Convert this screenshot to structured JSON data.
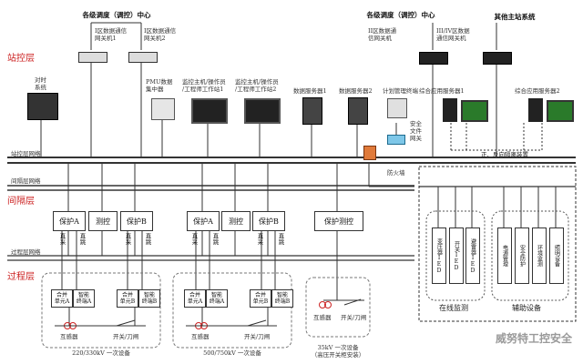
{
  "layers": {
    "station": "站控层",
    "bay": "间隔层",
    "process": "过程层"
  },
  "networks": {
    "station_net": "站控层网络",
    "bay_net": "间隔层网络",
    "process_net": "过程层网络"
  },
  "top": {
    "dispatch_left": "各级调度（调控）中心",
    "dispatch_right": "各级调度（调控）中心",
    "other_master": "其他主站系统",
    "gw1": "I区数据通信\n网关机1",
    "gw2": "I区数据通信\n网关机2",
    "gw3": "II区数据通\n信网关机",
    "gw4": "III/IV区数据\n通信网关机"
  },
  "station_devices": {
    "timing": "对时\n系统",
    "pmu": "PMU数据\n集中器",
    "ws1": "监控主机/操作员\n/工程师工作站1",
    "ws2": "监控主机/操作员\n/工程师工作站2",
    "ds1": "数据服务器1",
    "ds2": "数据服务器2",
    "plan": "计划管理终端",
    "app1": "综合应用服务器1",
    "app2": "综合应用服务器2",
    "secure_gw": "安全\n文件\n网关",
    "isolation": "正、反向隔离装置",
    "firewall": "防火墙"
  },
  "bay_groups": [
    {
      "boxes": [
        "保护A",
        "测控",
        "保护B"
      ],
      "ports": [
        "直采",
        "直跳",
        "直采",
        "直跳"
      ],
      "units": [
        "合并\n单元A",
        "智能\n终端A",
        "合并\n单元B",
        "智能\n终端B"
      ],
      "ct": "互感器",
      "sw": "开关/刀闸",
      "caption": "220/330kV 一次设备"
    },
    {
      "boxes": [
        "保护A",
        "测控",
        "保护B"
      ],
      "ports": [
        "直采",
        "直跳",
        "直采",
        "直跳"
      ],
      "units": [
        "合并\n单元A",
        "智能\n终端A",
        "合并\n单元B",
        "智能\n终端B"
      ],
      "ct": "互感器",
      "sw": "开关/刀闸",
      "caption": "500/750kV 一次设备"
    },
    {
      "boxes": [
        "保护测控"
      ],
      "ct": "互感器",
      "sw": "开关/刀闸",
      "caption": "35kV 一次设备\n（高压开关柜安装）"
    }
  ],
  "right_panel": {
    "online_items": [
      "变压器IED",
      "开关IED",
      "避雷器IED"
    ],
    "aux_items": [
      "电源管理",
      "安全防护",
      "环境监测",
      "照明设备"
    ],
    "online_label": "在线监测",
    "aux_label": "辅助设备"
  },
  "watermark": "威努特工控安全"
}
